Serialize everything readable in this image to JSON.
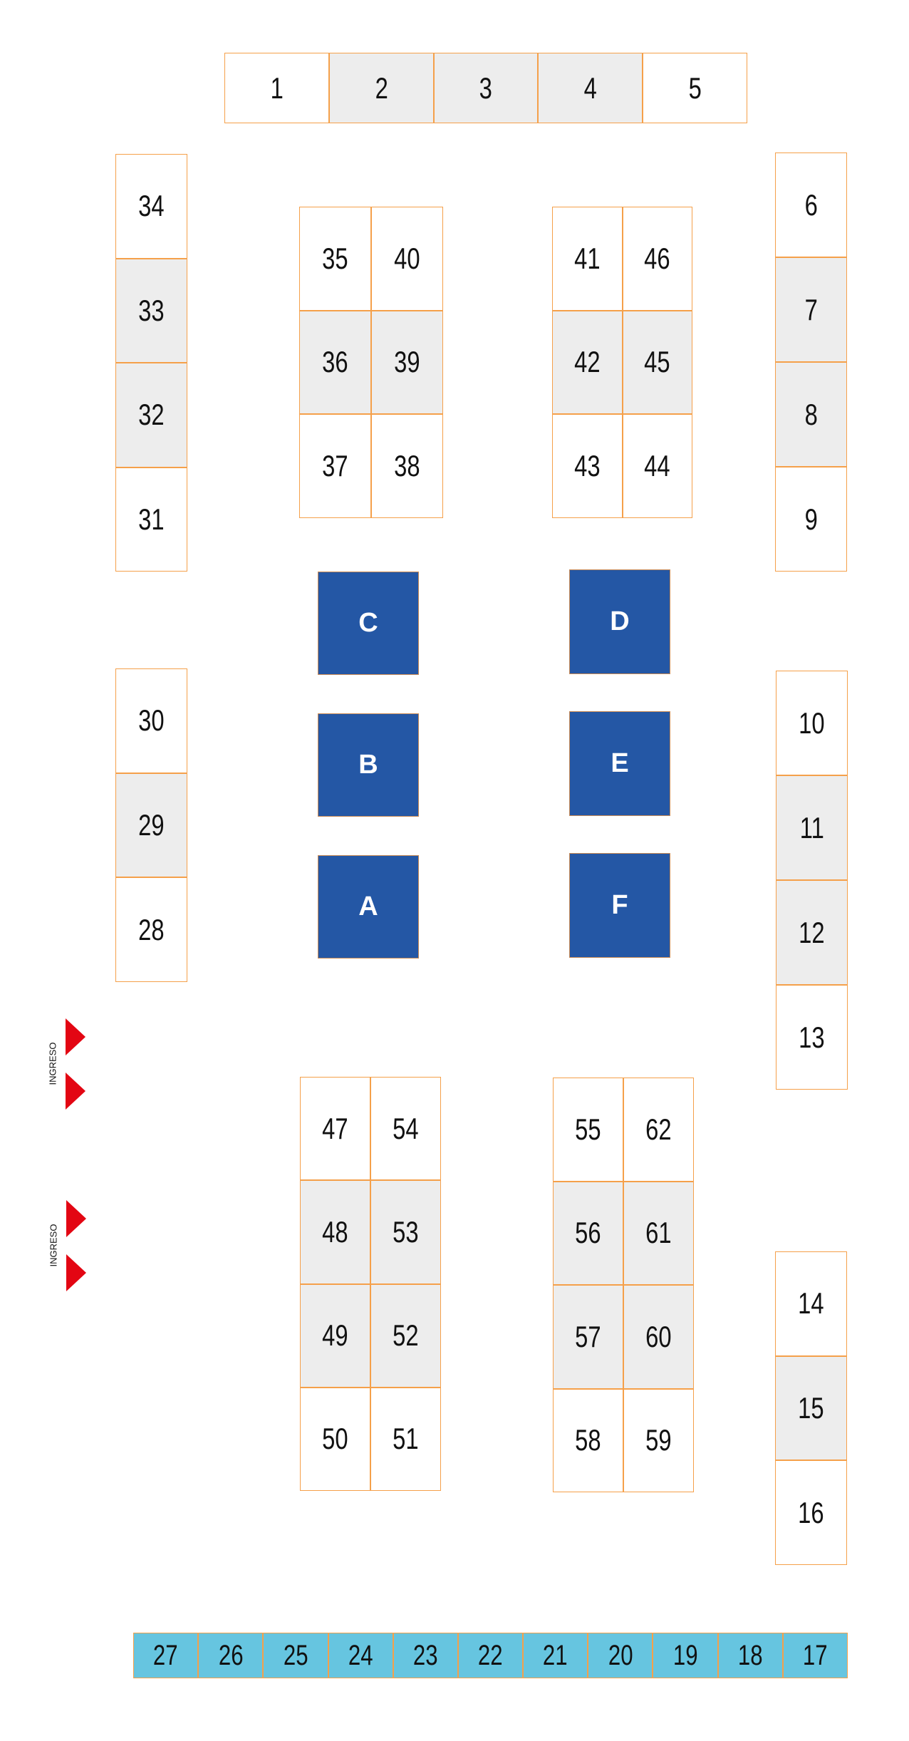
{
  "colors": {
    "booth_border": "#f5a04a",
    "shaded": "#ededed",
    "stage": "#2457a5",
    "bottom_row": "#66c5e0",
    "entrance_arrow": "#e30613"
  },
  "groups": {
    "top": {
      "cells": [
        [
          "1",
          false
        ],
        [
          "2",
          true
        ],
        [
          "3",
          true
        ],
        [
          "4",
          true
        ],
        [
          "5",
          false
        ]
      ]
    },
    "left_upper": {
      "cells": [
        [
          "34",
          false
        ],
        [
          "33",
          true
        ],
        [
          "32",
          true
        ],
        [
          "31",
          false
        ]
      ]
    },
    "right_upper": {
      "cells": [
        [
          "6",
          false
        ],
        [
          "7",
          true
        ],
        [
          "8",
          true
        ],
        [
          "9",
          false
        ]
      ]
    },
    "block_35_40": {
      "cells": [
        [
          "35",
          false
        ],
        [
          "40",
          false
        ],
        [
          "36",
          true
        ],
        [
          "39",
          true
        ],
        [
          "37",
          false
        ],
        [
          "38",
          false
        ]
      ]
    },
    "block_41_46": {
      "cells": [
        [
          "41",
          false
        ],
        [
          "46",
          false
        ],
        [
          "42",
          true
        ],
        [
          "45",
          true
        ],
        [
          "43",
          false
        ],
        [
          "44",
          false
        ]
      ]
    },
    "left_middle": {
      "cells": [
        [
          "30",
          false
        ],
        [
          "29",
          true
        ],
        [
          "28",
          false
        ]
      ]
    },
    "right_middle": {
      "cells": [
        [
          "10",
          false
        ],
        [
          "11",
          true
        ],
        [
          "12",
          true
        ],
        [
          "13",
          false
        ]
      ]
    },
    "block_47_54": {
      "cells": [
        [
          "47",
          false
        ],
        [
          "54",
          false
        ],
        [
          "48",
          true
        ],
        [
          "53",
          true
        ],
        [
          "49",
          true
        ],
        [
          "52",
          true
        ],
        [
          "50",
          false
        ],
        [
          "51",
          false
        ]
      ]
    },
    "block_55_62": {
      "cells": [
        [
          "55",
          false
        ],
        [
          "62",
          false
        ],
        [
          "56",
          true
        ],
        [
          "61",
          true
        ],
        [
          "57",
          true
        ],
        [
          "60",
          true
        ],
        [
          "58",
          false
        ],
        [
          "59",
          false
        ]
      ]
    },
    "right_lower": {
      "cells": [
        [
          "14",
          false
        ],
        [
          "15",
          true
        ],
        [
          "16",
          false
        ]
      ]
    },
    "bottom": {
      "cells": [
        [
          "27",
          false
        ],
        [
          "26",
          false
        ],
        [
          "25",
          false
        ],
        [
          "24",
          false
        ],
        [
          "23",
          false
        ],
        [
          "22",
          false
        ],
        [
          "21",
          false
        ],
        [
          "20",
          false
        ],
        [
          "19",
          false
        ],
        [
          "18",
          false
        ],
        [
          "17",
          false
        ]
      ]
    }
  },
  "stages": {
    "a": "A",
    "b": "B",
    "c": "C",
    "d": "D",
    "e": "E",
    "f": "F"
  },
  "entrance_label": "INGRESO"
}
